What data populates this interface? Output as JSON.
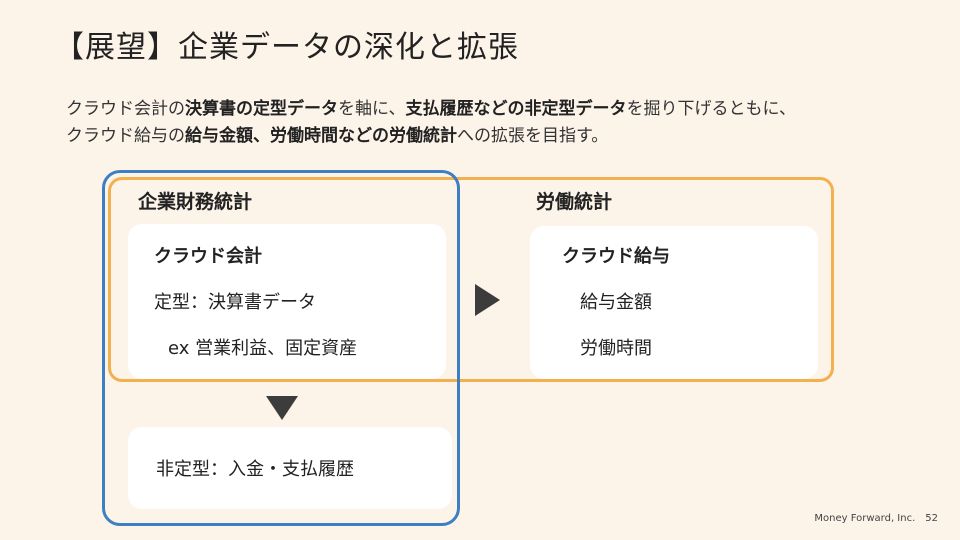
{
  "title": "【展望】企業データの深化と拡張",
  "description": {
    "line1": [
      {
        "text": "クラウド会計の",
        "bold": false
      },
      {
        "text": "決算書の定型データ",
        "bold": true
      },
      {
        "text": "を軸に、",
        "bold": false
      },
      {
        "text": "支払履歴などの非定型データ",
        "bold": true
      },
      {
        "text": "を掘り下げるともに、",
        "bold": false
      }
    ],
    "line2": [
      {
        "text": "クラウド給与の",
        "bold": false
      },
      {
        "text": "給与金額、労働時間などの労働統計",
        "bold": true
      },
      {
        "text": "への拡張を目指す。",
        "bold": false
      }
    ]
  },
  "left_section": {
    "label": "企業財務統計",
    "card": {
      "title": "クラウド会計",
      "line1": "定型：決算書データ",
      "line2": "ex 営業利益、固定資産"
    },
    "bottom_card": {
      "text": "非定型：入金・支払履歴"
    }
  },
  "right_section": {
    "label": "労働統計",
    "card": {
      "title": "クラウド給与",
      "line1": "給与金額",
      "line2": "労働時間"
    }
  },
  "footer": {
    "company": "Money Forward, Inc.",
    "page": "52"
  },
  "colors": {
    "background": "#fcf3e9",
    "orange_frame": "#f2b04f",
    "blue_frame": "#3e7fc4",
    "arrow": "#3c3c3c"
  }
}
